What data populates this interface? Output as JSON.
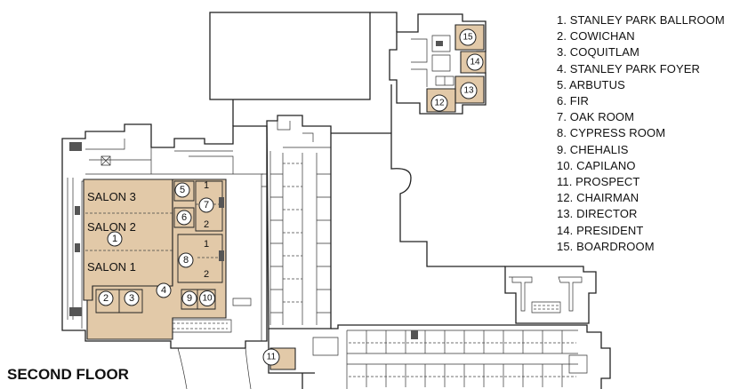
{
  "map": {
    "title": "SECOND FLOOR",
    "highlight_color": "#e2c9a8",
    "legend": [
      "1. STANLEY PARK BALLROOM",
      "2. COWICHAN",
      "3. COQUITLAM",
      "4. STANLEY PARK FOYER",
      "5. ARBUTUS",
      "6. FIR",
      "7. OAK ROOM",
      "8. CYPRESS ROOM",
      "9. CHEHALIS",
      "10. CAPILANO",
      "11. PROSPECT",
      "12. CHAIRMAN",
      "13. DIRECTOR",
      "14. PRESIDENT",
      "15. BOARDROOM"
    ],
    "salons": [
      "SALON 3",
      "SALON 2",
      "SALON 1"
    ],
    "subdivision_labels": [
      "1",
      "2",
      "1",
      "2"
    ],
    "markers": [
      "1",
      "2",
      "3",
      "4",
      "5",
      "6",
      "7",
      "8",
      "9",
      "10",
      "11",
      "12",
      "13",
      "14",
      "15"
    ]
  }
}
